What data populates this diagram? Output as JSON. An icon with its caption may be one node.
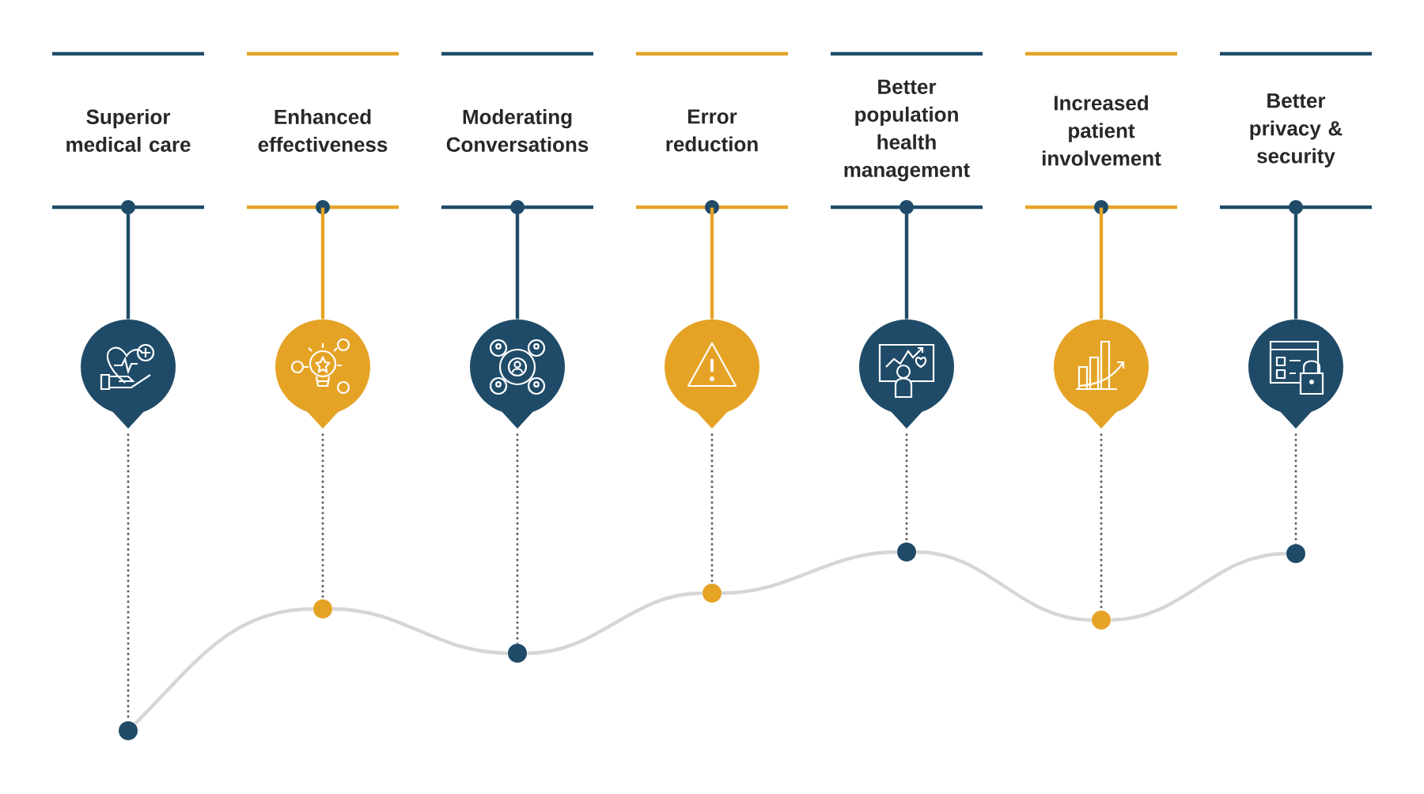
{
  "diagram": {
    "nodes": [
      {
        "text": [
          "Superior medical care"
        ]
      },
      {
        "text": [
          "Enhanced effectiveness"
        ]
      },
      {
        "text": [
          "Moderating Conversations"
        ]
      },
      {
        "text": [
          "Error reduction"
        ]
      },
      {
        "text": [
          "Better population health management"
        ]
      },
      {
        "text": [
          "Increased patient involvement"
        ]
      },
      {
        "text": [
          "Better privacy & security"
        ]
      },
      {
        "text": [],
        "shape": "pin"
      },
      {
        "text": [],
        "shape": "pin"
      },
      {
        "text": [],
        "shape": "pin"
      },
      {
        "text": [],
        "shape": "pin"
      },
      {
        "text": [],
        "shape": "pin"
      },
      {
        "text": [],
        "shape": "pin"
      },
      {
        "text": [],
        "shape": "pin"
      },
      {
        "text": [],
        "shape": "circle"
      },
      {
        "text": [],
        "shape": "circle"
      },
      {
        "text": [],
        "shape": "circle"
      },
      {
        "text": [],
        "shape": "circle"
      },
      {
        "text": [],
        "shape": "circle"
      },
      {
        "text": [],
        "shape": "circle"
      },
      {
        "text": [],
        "shape": "circle"
      }
    ],
    "edges": [
      {
        "from": 0,
        "to": 7,
        "arrow": "none",
        "color": "#1f4b69"
      },
      {
        "from": 1,
        "to": 8,
        "arrow": "none",
        "color": "#e5a326"
      },
      {
        "from": 2,
        "to": 9,
        "arrow": "none",
        "color": "#1f4b69"
      },
      {
        "from": 3,
        "to": 10,
        "arrow": "none",
        "color": "#e5a326"
      },
      {
        "from": 4,
        "to": 11,
        "arrow": "none",
        "color": "#1f4b69"
      },
      {
        "from": 5,
        "to": 12,
        "arrow": "none",
        "color": "#e5a326"
      },
      {
        "from": 6,
        "to": 13,
        "arrow": "none",
        "color": "#1f4b69"
      },
      {
        "from": 7,
        "to": 14,
        "arrow": "none",
        "style": "dashed",
        "color": "#555555"
      },
      {
        "from": 8,
        "to": 15,
        "arrow": "none",
        "style": "dashed",
        "color": "#555555"
      },
      {
        "from": 9,
        "to": 16,
        "arrow": "none",
        "style": "dashed",
        "color": "#555555"
      },
      {
        "from": 10,
        "to": 17,
        "arrow": "none",
        "style": "dashed",
        "color": "#555555"
      },
      {
        "from": 11,
        "to": 18,
        "arrow": "none",
        "style": "dashed",
        "color": "#555555"
      },
      {
        "from": 12,
        "to": 19,
        "arrow": "none",
        "style": "dashed",
        "color": "#555555"
      },
      {
        "from": 13,
        "to": 20,
        "arrow": "none",
        "style": "dashed",
        "color": "#555555"
      },
      {
        "from": 14,
        "to": 15,
        "arrow": "none",
        "color": "#d6d6d6"
      },
      {
        "from": 15,
        "to": 16,
        "arrow": "none",
        "color": "#d6d6d6"
      },
      {
        "from": 16,
        "to": 17,
        "arrow": "none",
        "color": "#d6d6d6"
      },
      {
        "from": 17,
        "to": 18,
        "arrow": "none",
        "color": "#d6d6d6"
      },
      {
        "from": 18,
        "to": 19,
        "arrow": "none",
        "color": "#d6d6d6"
      },
      {
        "from": 19,
        "to": 20,
        "arrow": "none",
        "color": "#d6d6d6"
      }
    ]
  }
}
